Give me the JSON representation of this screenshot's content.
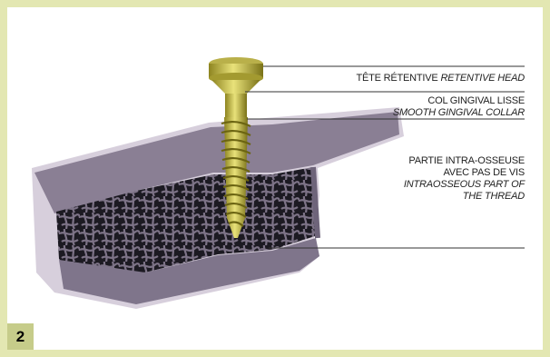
{
  "figure_number": "2",
  "colors": {
    "border": "#e3e7b2",
    "badge": "#c6cc8a",
    "bone": "#8a7f94",
    "implant": "#c9c050"
  },
  "labels": {
    "head": {
      "fr": "TÊTE RÉTENTIVE",
      "en": "RETENTIVE HEAD"
    },
    "collar": {
      "fr": "COL GINGIVAL LISSE",
      "en": "SMOOTH GINGIVAL COLLAR"
    },
    "intraosseous": {
      "fr_line1": "PARTIE INTRA-OSSEUSE",
      "fr_line2": "AVEC PAS DE VIS",
      "en_line1": "INTRAOSSEOUS PART OF",
      "en_line2": "THE THREAD"
    }
  }
}
